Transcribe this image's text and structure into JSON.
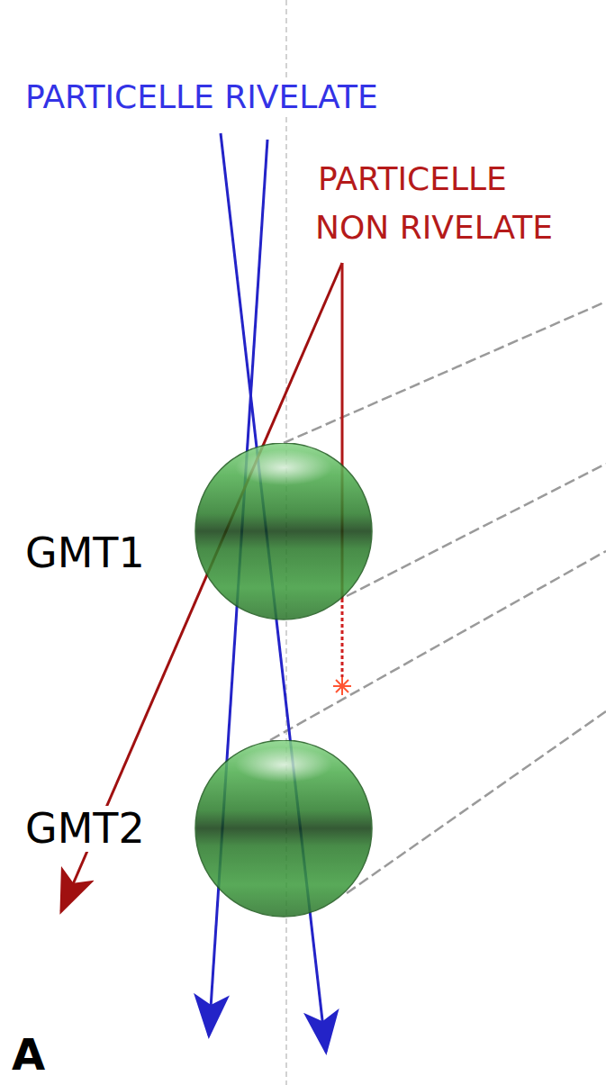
{
  "diagram": {
    "nodes": [
      {
        "text": [
          "GMT1"
        ]
      },
      {
        "text": [
          "GMT2"
        ]
      }
    ],
    "labels": [
      "PARTICELLE RIVELATE",
      "PARTICELLE NON RIVELATE",
      "A"
    ]
  }
}
